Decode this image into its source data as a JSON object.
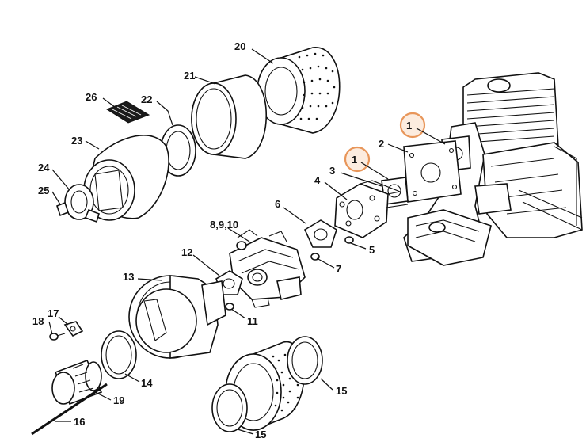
{
  "diagram": {
    "labels": {
      "p1a": "1",
      "p1b": "1",
      "p2": "2",
      "p3": "3",
      "p4": "4",
      "p5": "5",
      "p6": "6",
      "p7": "7",
      "p8910": "8,9,10",
      "p11": "11",
      "p12": "12",
      "p13": "13",
      "p14": "14",
      "p15a": "15",
      "p15b": "15",
      "p16": "16",
      "p17": "17",
      "p18": "18",
      "p19": "19",
      "p20": "20",
      "p21": "21",
      "p22": "22",
      "p23": "23",
      "p24": "24",
      "p25": "25",
      "p26": "26"
    },
    "highlight_color": "#e8965a"
  }
}
